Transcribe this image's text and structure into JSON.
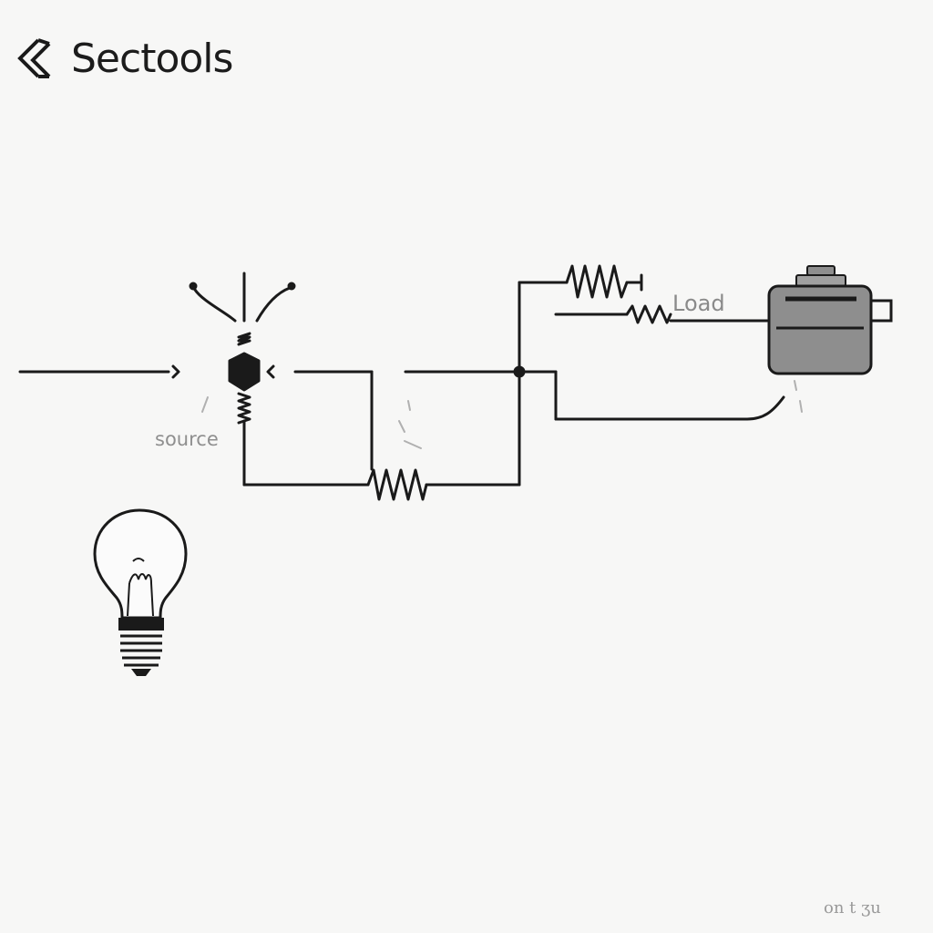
{
  "brand": {
    "name": "Sectools"
  },
  "labels": {
    "source": "source",
    "load": "Load",
    "corner_note": "on t ʒu"
  },
  "icons": [
    "logo-chevrons-icon",
    "lightbulb-icon",
    "load-device-icon"
  ],
  "colors": {
    "ink": "#1a1a1a",
    "device_fill": "#8e8e8e",
    "background": "#f7f7f6"
  }
}
